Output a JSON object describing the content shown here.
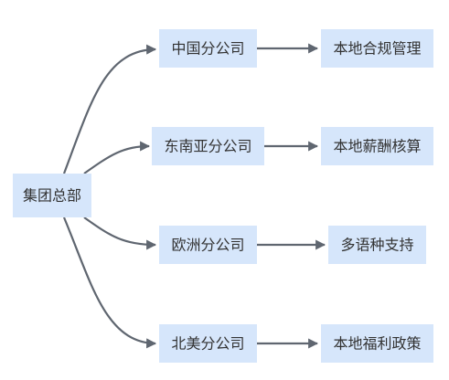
{
  "diagram": {
    "type": "mindmap-flow",
    "root": {
      "id": "hq",
      "label": "集团总部"
    },
    "branches": [
      {
        "id": "china",
        "label": "中国分公司",
        "leaf": {
          "id": "china-leaf",
          "label": "本地合规管理"
        }
      },
      {
        "id": "sea",
        "label": "东南亚分公司",
        "leaf": {
          "id": "sea-leaf",
          "label": "本地薪酬核算"
        }
      },
      {
        "id": "europe",
        "label": "欧洲分公司",
        "leaf": {
          "id": "europe-leaf",
          "label": "多语种支持"
        }
      },
      {
        "id": "na",
        "label": "北美分公司",
        "leaf": {
          "id": "na-leaf",
          "label": "本地福利政策"
        }
      }
    ],
    "colors": {
      "node_fill": "#d6e6fb",
      "edge": "#5f6670",
      "text": "#333333",
      "background": "#ffffff"
    }
  }
}
